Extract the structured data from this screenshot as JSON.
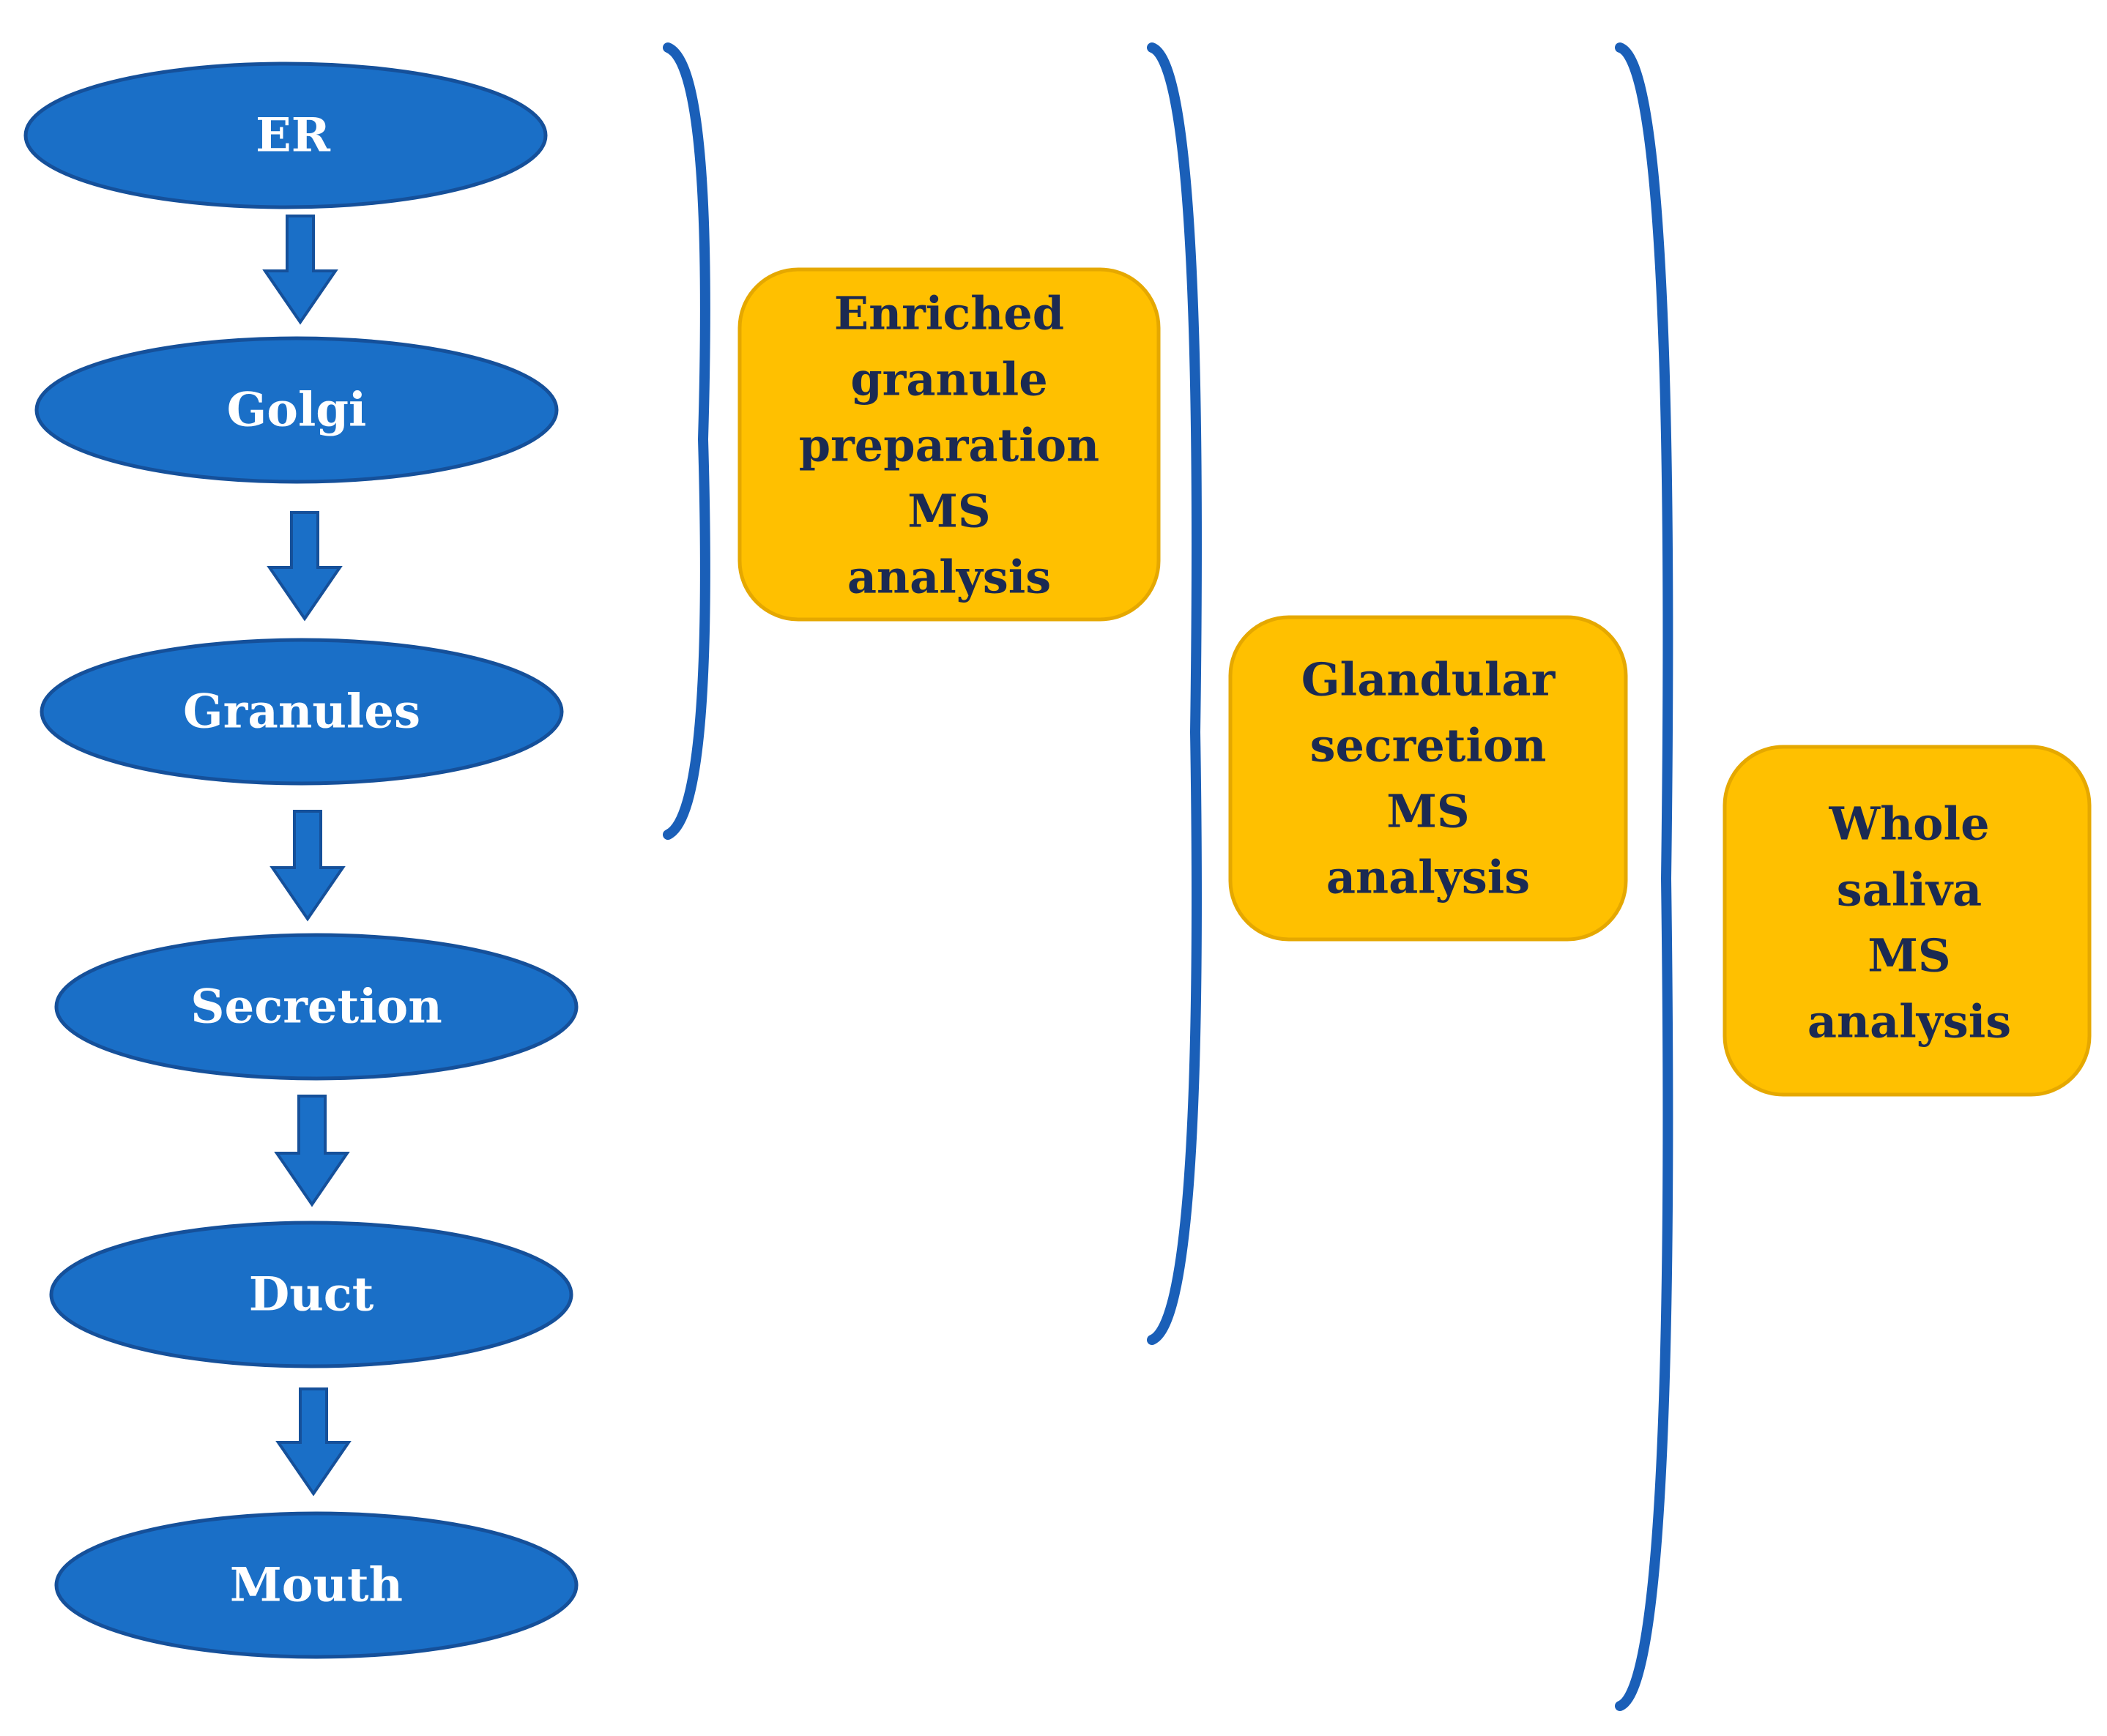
{
  "stages": [
    {
      "label": "ER"
    },
    {
      "label": "Golgi"
    },
    {
      "label": "Granules"
    },
    {
      "label": "Secretion"
    },
    {
      "label": "Duct"
    },
    {
      "label": "Mouth"
    }
  ],
  "analyses": [
    {
      "lines": [
        "Enriched",
        "granule",
        "preparation",
        "MS",
        "analysis"
      ]
    },
    {
      "lines": [
        "Glandular",
        "secretion",
        "MS",
        "analysis"
      ]
    },
    {
      "lines": [
        "Whole",
        "saliva",
        "MS",
        "analysis"
      ]
    }
  ],
  "colors": {
    "stage_fill": "#1a6fc7",
    "stage_text": "#ffffff",
    "bracket": "#1a5fb8",
    "analysis_fill": "#ffc000",
    "analysis_text": "#1b2a52"
  }
}
